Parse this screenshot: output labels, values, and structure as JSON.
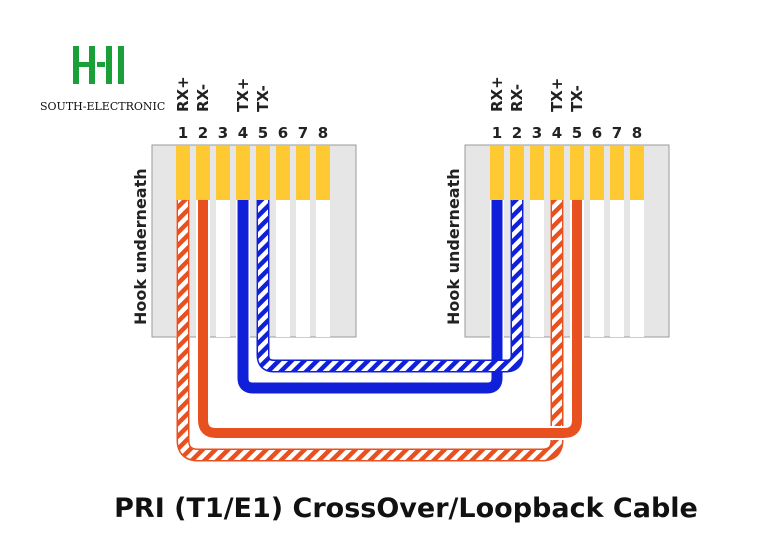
{
  "logo": {
    "text": "SOUTH-ELECTRONIC",
    "color": "#1aa039"
  },
  "left_connector": {
    "hook_label": "Hook underneath",
    "pin_numbers": [
      "1",
      "2",
      "3",
      "4",
      "5",
      "6",
      "7",
      "8"
    ],
    "signal_labels": {
      "pin1": "RX+",
      "pin2": "RX-",
      "pin4": "TX+",
      "pin5": "TX-"
    }
  },
  "right_connector": {
    "hook_label": "Hook underneath",
    "pin_numbers": [
      "1",
      "2",
      "3",
      "4",
      "5",
      "6",
      "7",
      "8"
    ],
    "signal_labels": {
      "pin1": "RX+",
      "pin2": "RX-",
      "pin4": "TX+",
      "pin5": "TX-"
    }
  },
  "wires": [
    {
      "name": "orange-white-striped",
      "from_pin": "1",
      "to_pin": "4",
      "color": "#e8501f",
      "striped": true
    },
    {
      "name": "orange-solid",
      "from_pin": "2",
      "to_pin": "5",
      "color": "#e8501f",
      "striped": false
    },
    {
      "name": "blue-solid",
      "from_pin": "4",
      "to_pin": "1",
      "color": "#1020d8",
      "striped": false
    },
    {
      "name": "blue-white-striped",
      "from_pin": "5",
      "to_pin": "2",
      "color": "#1020d8",
      "striped": true
    }
  ],
  "colors": {
    "connector_body": "#e6e6e6",
    "contact": "#ffc933",
    "orange": "#e8501f",
    "blue": "#1020d8"
  },
  "caption": "PRI (T1/E1) CrossOver/Loopback Cable"
}
